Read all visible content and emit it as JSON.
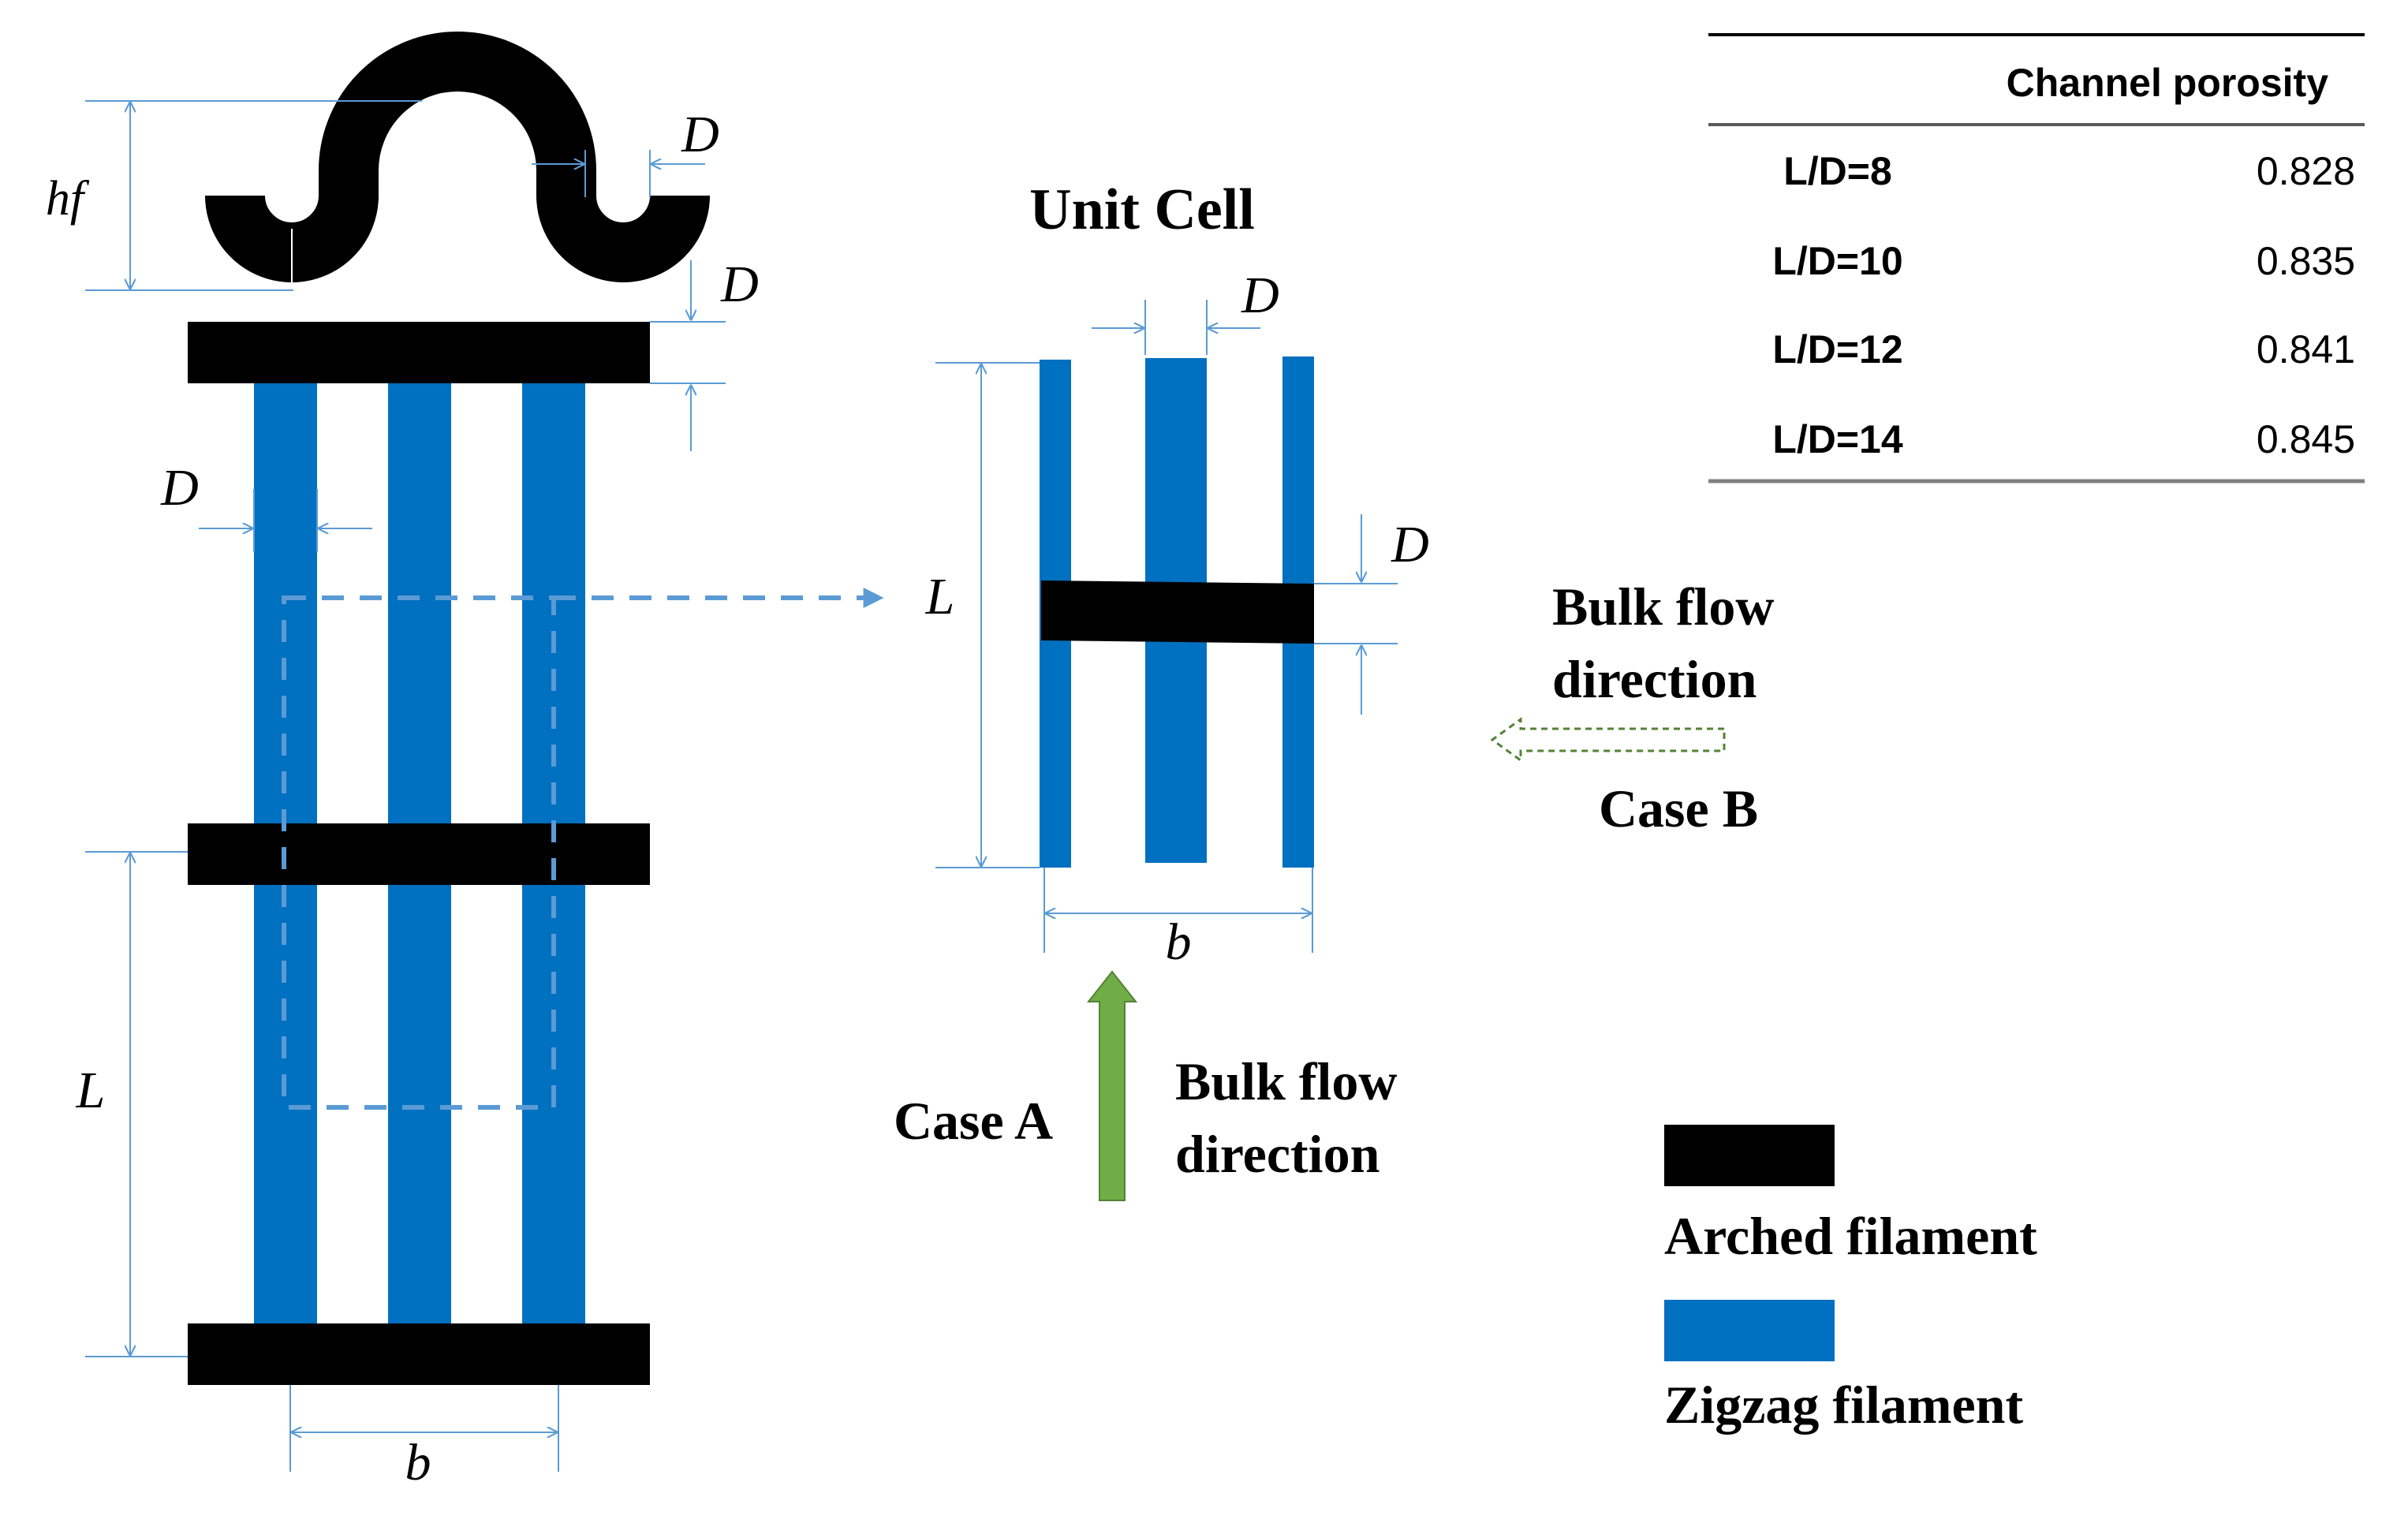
{
  "colors": {
    "arched": "#000000",
    "zigzag": "#0070C0",
    "dimension_line": "#5B9BD5",
    "case_a_arrow": "#70AD47",
    "case_b_arrow": "#548235"
  },
  "left_diagram": {
    "hf_label": "hf",
    "D_label_top": "D",
    "D_label_mid": "D",
    "D_label_side": "D",
    "L_label": "L",
    "b_label": "b"
  },
  "unit_cell": {
    "title": "Unit Cell",
    "D_label_top": "D",
    "D_label_right": "D",
    "L_label": "L",
    "b_label": "b"
  },
  "case_a": {
    "label": "Case A",
    "flow_line1": "Bulk flow",
    "flow_line2": "direction"
  },
  "case_b": {
    "label": "Case B",
    "flow_line1": "Bulk flow",
    "flow_line2": "direction"
  },
  "table": {
    "header": "Channel porosity",
    "rows": [
      {
        "label": "L/D=8",
        "value": "0.828"
      },
      {
        "label": "L/D=10",
        "value": "0.835"
      },
      {
        "label": "L/D=12",
        "value": "0.841"
      },
      {
        "label": "L/D=14",
        "value": "0.845"
      }
    ]
  },
  "legend": {
    "arched": "Arched filament",
    "zigzag": "Zigzag filament"
  }
}
